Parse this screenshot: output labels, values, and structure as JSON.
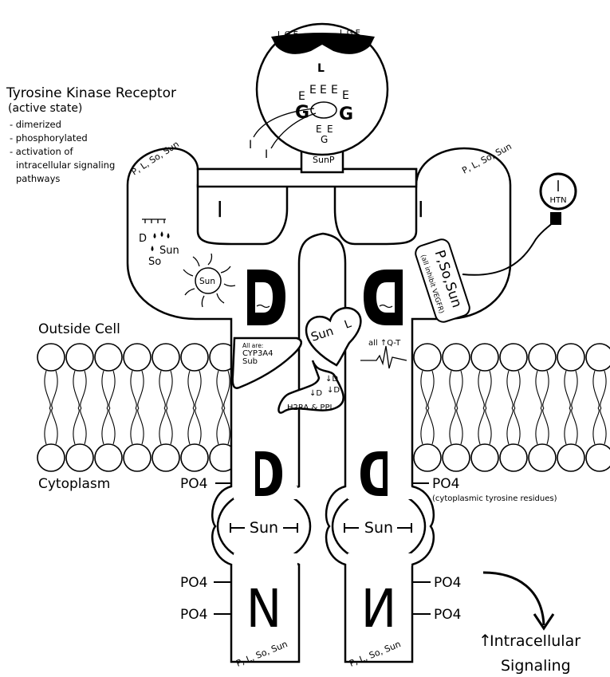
{
  "title": "Tyrosine Kinase Receptor",
  "subtitle": "(active state)",
  "bullets": [
    "- dimerized",
    "- phosphorylated",
    "- activation of",
    "intracellular signaling",
    "pathways"
  ],
  "regions": {
    "outside": "Outside Cell",
    "cytoplasm": "Cytoplasm"
  },
  "head": {
    "brow_left": "L,G,E",
    "brow_right": "L,G,E",
    "nose": "L",
    "crown_letters": [
      "E",
      "E",
      "E",
      "E",
      "E"
    ],
    "g_left": "G",
    "g_right": "G",
    "chin_letters": [
      "E",
      "E",
      "G"
    ],
    "tail_letters": [
      "I",
      "I"
    ],
    "neck": "SunP"
  },
  "arms": {
    "left_arm": "P, L, So, Sun",
    "right_arm": "P, L, So, Sun",
    "left_I": "I",
    "right_I": "I"
  },
  "body": {
    "rain": [
      "D",
      "Sun",
      "So"
    ],
    "sun": "Sun",
    "D_left": "D",
    "D_right": "D",
    "cyp_lines": [
      "All are:",
      "CYP3A4",
      "Sub"
    ],
    "heart": [
      "Sun",
      "L"
    ],
    "qt": "all ↑Q-T",
    "stomach": [
      "↓D",
      "↓D",
      "↓D",
      "H2RA & PPI"
    ],
    "badge_main": "P,So,Sun",
    "badge_sub": "(all inhibit VEGFR)",
    "gauge": "HTN"
  },
  "legs": {
    "D_left": "D",
    "D_right": "D",
    "sun_left": "Sun",
    "sun_right": "Sun",
    "N_left": "N",
    "N_right": "N",
    "foot_left": "P, L, So, Sun",
    "foot_right": "P, L, So, Sun"
  },
  "phosphates": {
    "label": "PO4",
    "note": "(cytoplasmic tyrosine residues)"
  },
  "signal": {
    "arrow": "↑",
    "line1": "Intracellular",
    "line2": "Signaling"
  }
}
